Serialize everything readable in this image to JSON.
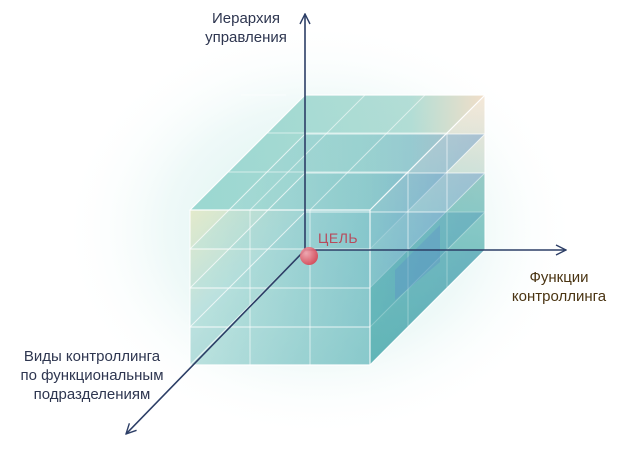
{
  "axes": {
    "vertical": {
      "line1": "Иерархия",
      "line2": "управления"
    },
    "right": {
      "line1": "Функции",
      "line2": "контроллинга"
    },
    "left": {
      "line1": "Виды контроллинга",
      "line2": "по функциональным",
      "line3": "подразделениям"
    }
  },
  "goal": {
    "label": "ЦЕЛЬ"
  },
  "colors": {
    "axis": "#2c3e66",
    "cube_teal": "#3aa6a6",
    "cube_blue": "#5b8fc9",
    "cube_yellow": "#e9dfa8",
    "cube_peach": "#efd9bf",
    "goal_point": "#e0505e",
    "goal_text": "#b74a5b"
  }
}
